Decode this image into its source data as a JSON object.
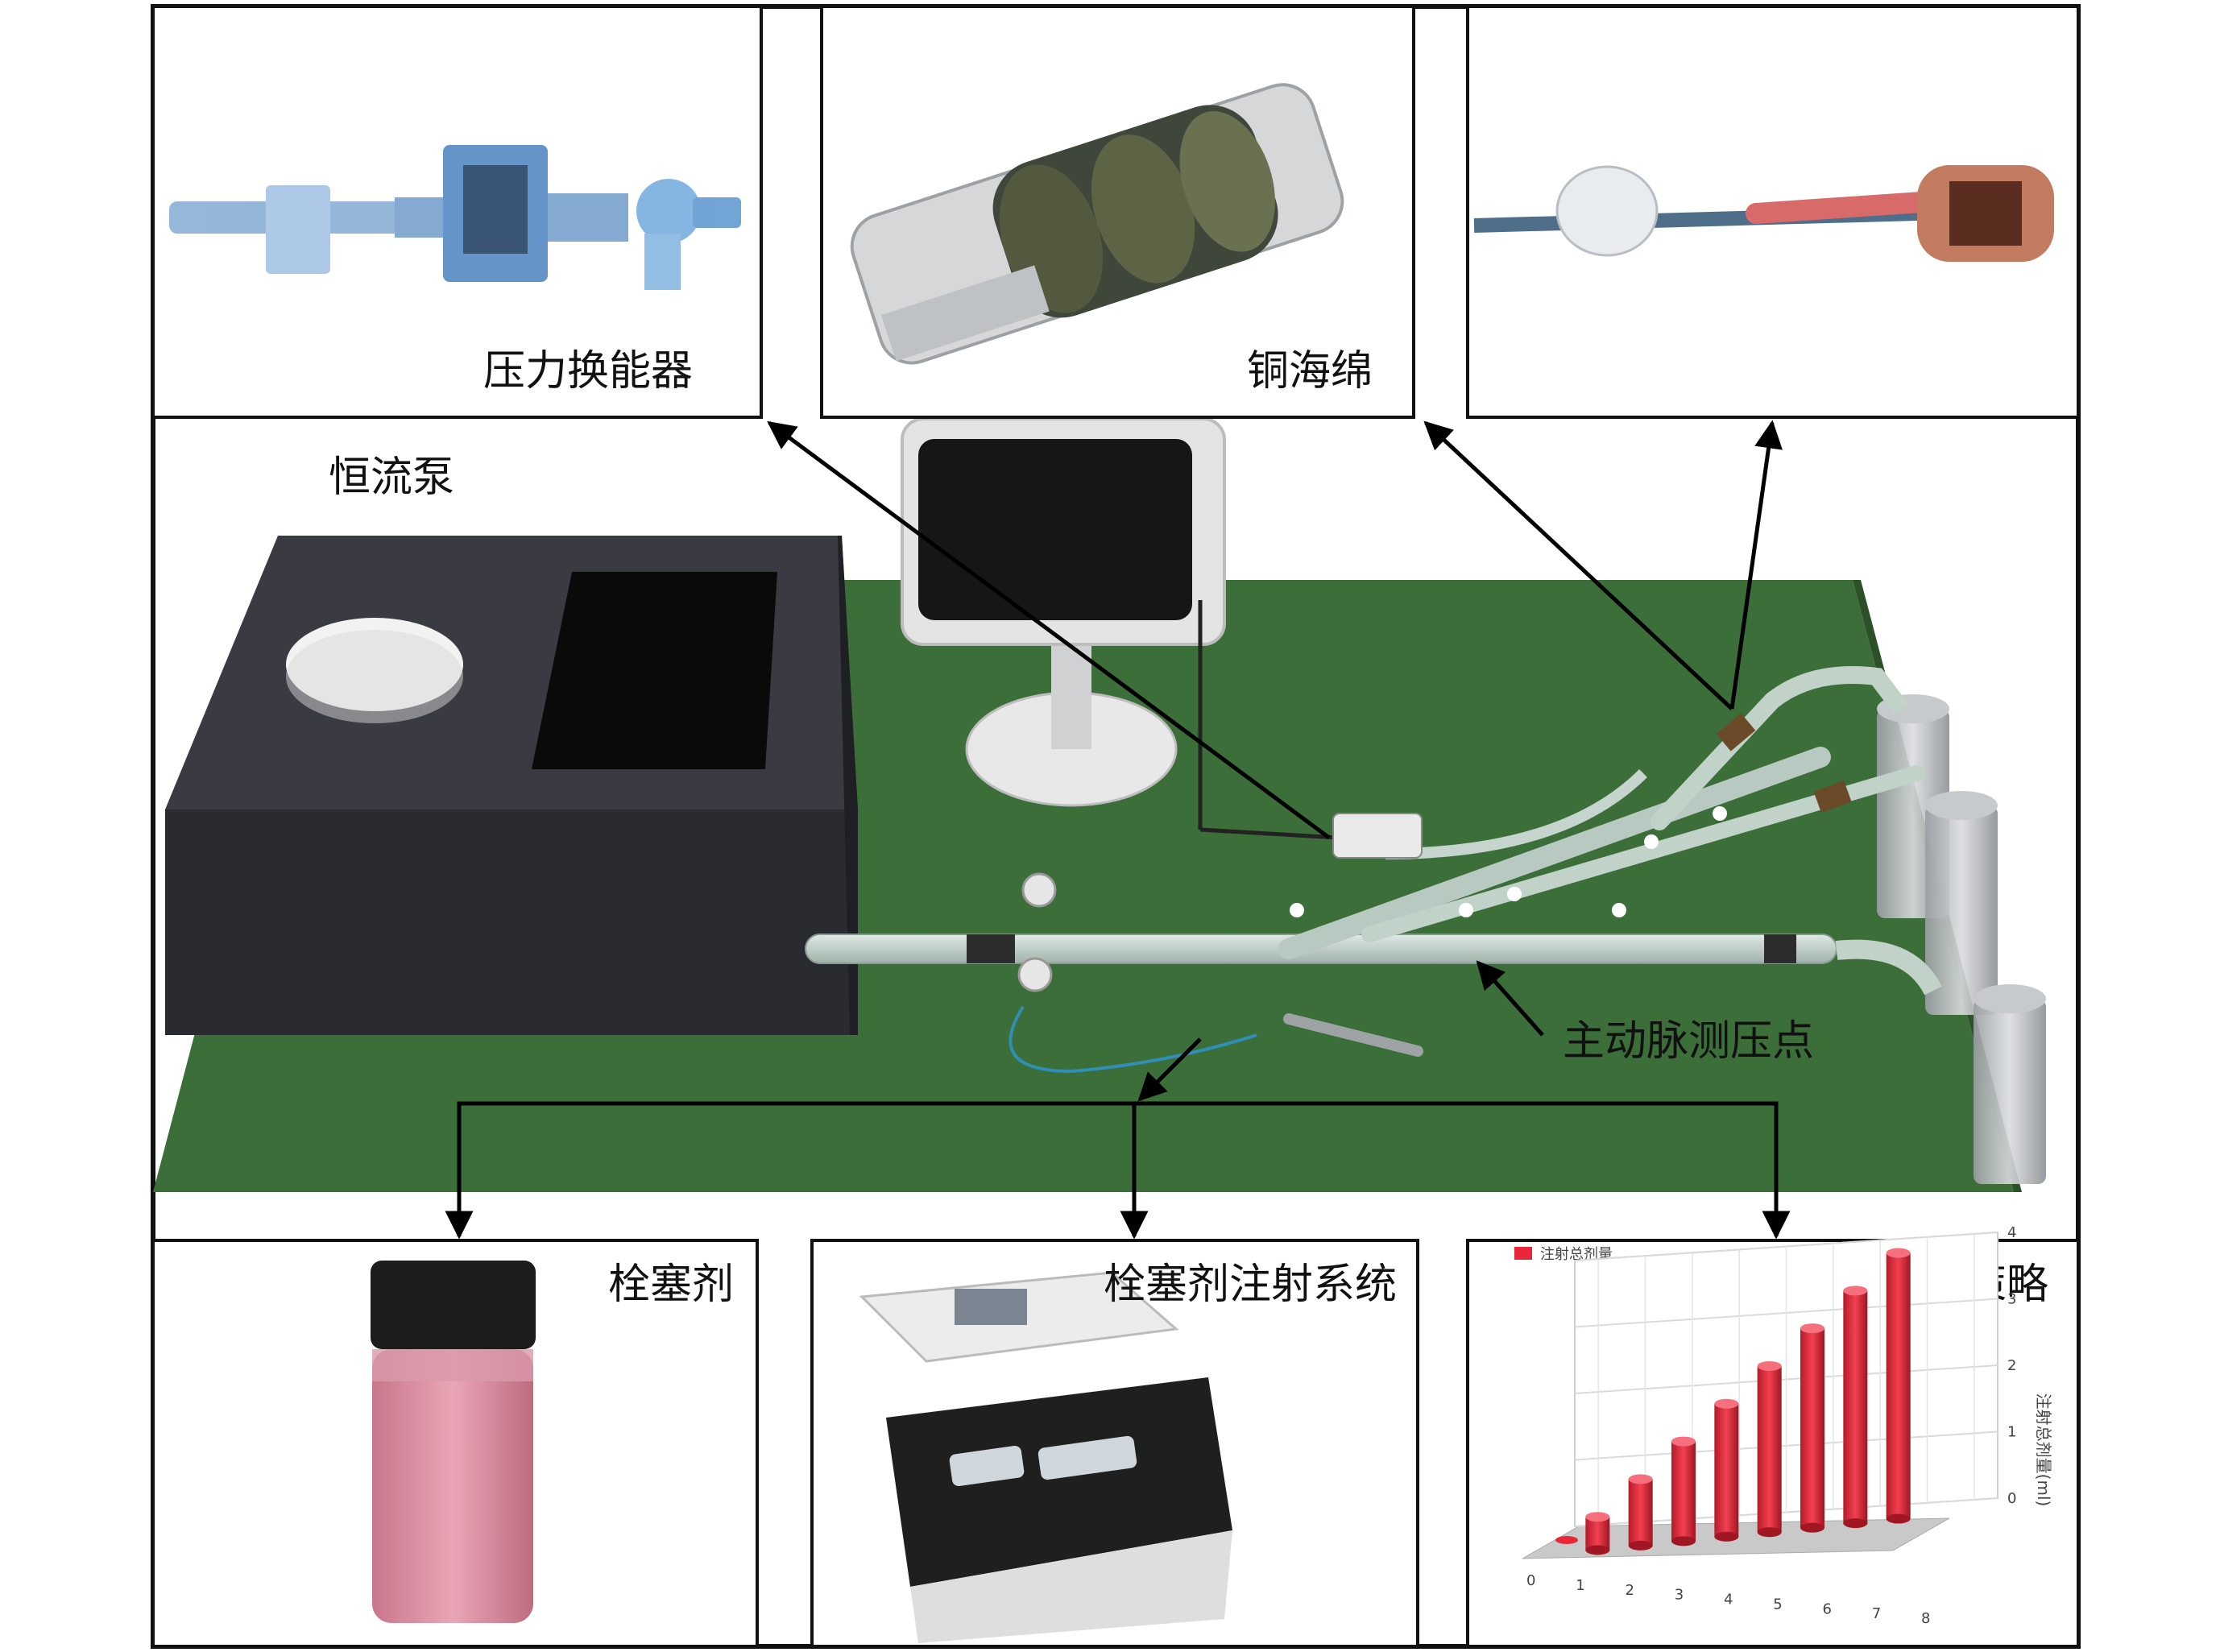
{
  "labels": {
    "pressure_transducer": "压力换能器",
    "copper_sponge": "铜海绵",
    "constant_flow_pump": "恒流泵",
    "aortic_measuring_point": "主动脉测压点",
    "embolic_agent": "栓塞剂",
    "injection_system": "栓塞剂注射系统",
    "injection_strategy": "推注策略"
  },
  "chart_data": {
    "type": "bar",
    "legend": "注射总剂量",
    "ylabel": "注射总剂量(ml)",
    "x": [
      0,
      1,
      2,
      3,
      4,
      5,
      6,
      7,
      8
    ],
    "yticks": [
      0,
      1,
      2,
      3,
      4
    ],
    "categories": [
      "1",
      "2",
      "3",
      "4",
      "5",
      "6",
      "7",
      "8"
    ],
    "values": [
      0.5,
      1.0,
      1.5,
      2.0,
      2.5,
      3.0,
      3.5,
      4.0
    ],
    "ylim": [
      0,
      4
    ],
    "bar_color": "#e8283a",
    "legend_position": "top-left"
  },
  "colors": {
    "table_green": "#3c6e3a",
    "pump_body": "#2f3036",
    "frame": "#111111"
  }
}
